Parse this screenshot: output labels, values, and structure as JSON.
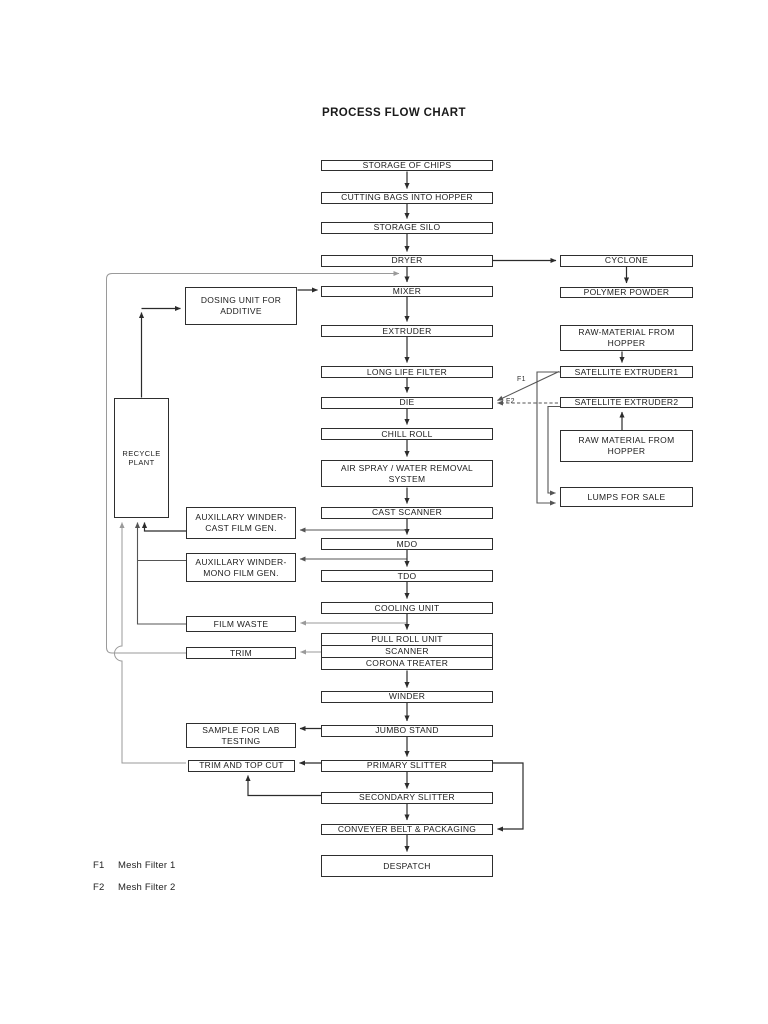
{
  "page": {
    "title": "PROCESS FLOW CHART"
  },
  "nodes": {
    "storage_of_chips": "STORAGE OF CHIPS",
    "cutting_bags": "CUTTING BAGS INTO HOPPER",
    "storage_silo": "STORAGE SILO",
    "dryer": "DRYER",
    "mixer": "MIXER",
    "extruder": "EXTRUDER",
    "long_life_filter": "LONG LIFE FILTER",
    "die": "DIE",
    "chill_roll": "CHILL ROLL",
    "air_spray": "AIR SPRAY / WATER REMOVAL SYSTEM",
    "cast_scanner": "CAST SCANNER",
    "mdo": "MDO",
    "tdo": "TDO",
    "cooling_unit": "COOLING UNIT",
    "pull_roll_unit": "PULL ROLL UNIT",
    "scanner": "SCANNER",
    "corona_treater": "CORONA TREATER",
    "winder": "WINDER",
    "jumbo_stand": "JUMBO STAND",
    "primary_slitter": "PRIMARY SLITTER",
    "secondary_slitter": "SECONDARY SLITTER",
    "conveyer_belt": "CONVEYER BELT & PACKAGING",
    "despatch": "DESPATCH",
    "cyclone": "CYCLONE",
    "polymer_powder": "POLYMER POWDER",
    "raw_material_hopper_top": "RAW-MATERIAL FROM HOPPER",
    "satellite_extruder1": "SATELLITE EXTRUDER1",
    "satellite_extruder2": "SATELLITE EXTRUDER2",
    "raw_material_hopper_bottom": "RAW MATERIAL FROM HOPPER",
    "lumps_for_sale": "LUMPS FOR SALE",
    "dosing_unit": "DOSING UNIT FOR ADDITIVE",
    "recycle_plant": "RECYCLE PLANT",
    "aux_winder_cast": "AUXILLARY WINDER- CAST FILM GEN.",
    "aux_winder_mono": "AUXILLARY WINDER- MONO FILM GEN.",
    "film_waste": "FILM WASTE",
    "trim": "TRIM",
    "sample_lab": "SAMPLE FOR LAB TESTING",
    "trim_top_cut": "TRIM AND TOP CUT"
  },
  "labels": {
    "f1": "F1",
    "f2": "F2"
  },
  "legend": [
    {
      "key": "F1",
      "label": "Mesh Filter 1"
    },
    {
      "key": "F2",
      "label": "Mesh Filter 2"
    }
  ],
  "colors": {
    "line_main": "#2b2b2b",
    "line_mid": "#555555",
    "line_recycle": "#9a9a9a"
  }
}
